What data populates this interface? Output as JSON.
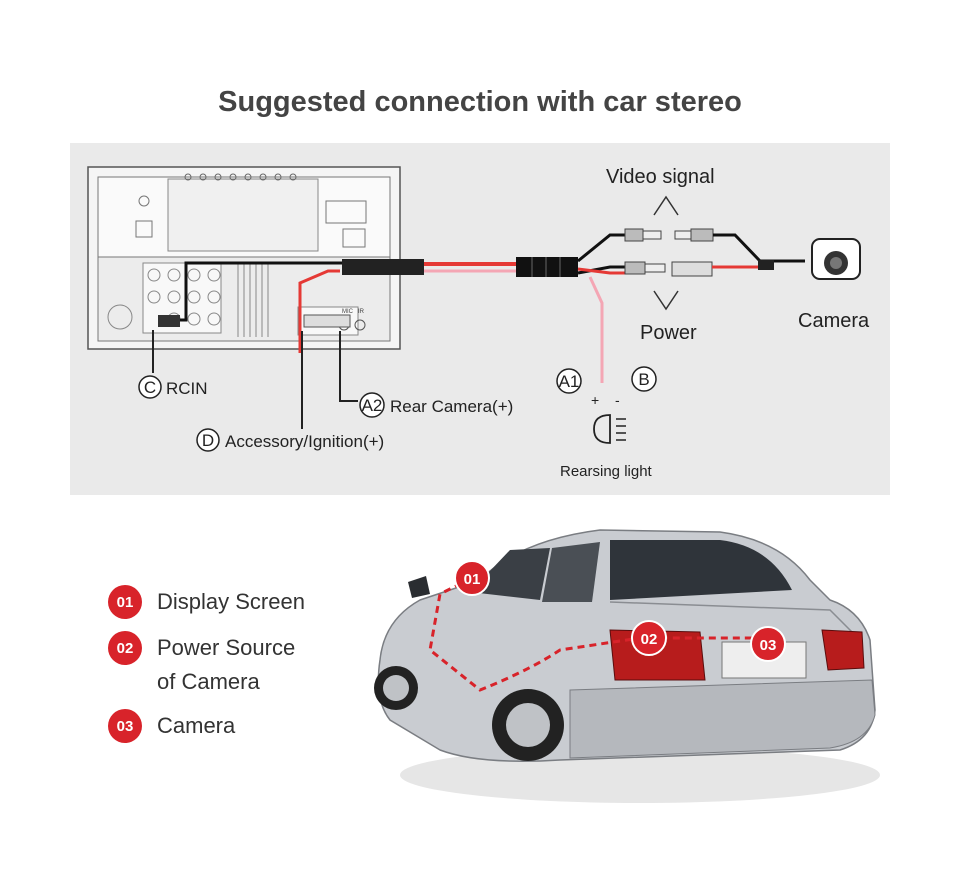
{
  "title": "Suggested connection with car stereo",
  "diagram": {
    "video_signal_label": "Video signal",
    "power_label": "Power",
    "camera_label": "Camera",
    "rcin_letter": "C",
    "rcin_label": "RCIN",
    "a2_letter": "A2",
    "a2_label": "Rear Camera(+)",
    "d_letter": "D",
    "d_label": "Accessory/Ignition(+)",
    "a1_letter": "A1",
    "b_letter": "B",
    "plus_sign": "+",
    "minus_sign": "-",
    "reversing_light_label": "Rearsing light",
    "mic_label": "MIC",
    "ir_label": "IR"
  },
  "legend": [
    {
      "number": "01",
      "label_line1": "Display Screen",
      "label_line2": ""
    },
    {
      "number": "02",
      "label_line1": "Power Source",
      "label_line2": "of Camera"
    },
    {
      "number": "03",
      "label_line1": "Camera",
      "label_line2": ""
    }
  ],
  "car_markers": [
    "01",
    "02",
    "03"
  ],
  "colors": {
    "accent_red": "#d8232a",
    "panel_bg": "#eaeaea",
    "wire_red": "#e53935",
    "wire_pink": "#f4a6b4",
    "car_silver": "#c9ccd1"
  }
}
